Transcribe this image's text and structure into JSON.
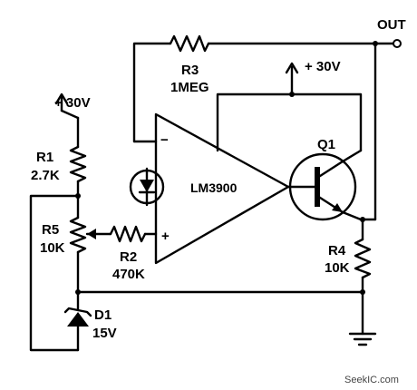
{
  "labels": {
    "out": "OUT",
    "vcc_top": "+ 30V",
    "vcc_left": "+ 30V",
    "r3_name": "R3",
    "r3_value": "1MEG",
    "r1_name": "R1",
    "r1_value": "2.7K",
    "r5_name": "R5",
    "r5_value": "10K",
    "r2_name": "R2",
    "r2_value": "470K",
    "r4_name": "R4",
    "r4_value": "10K",
    "q1_name": "Q1",
    "ic_name": "LM3900",
    "d1_name": "D1",
    "d1_value": "15V",
    "minus": "−",
    "plus": "+",
    "watermark": "SeekIC.com"
  }
}
